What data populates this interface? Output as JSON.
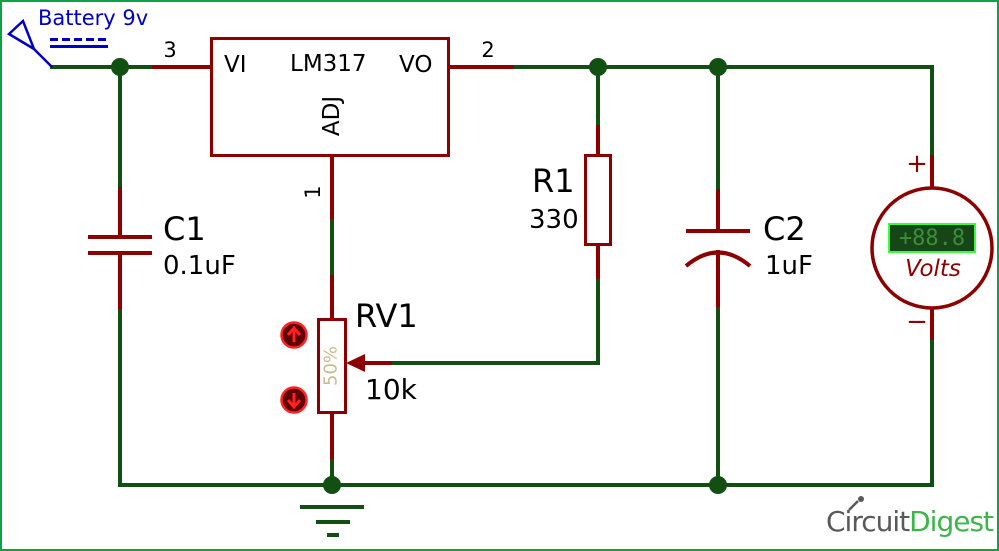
{
  "colors": {
    "wire_green": "#124F12",
    "component_red": "#8C0000",
    "battery_blue": "#0000C3",
    "frame_green": "#0DA245",
    "display_border": "#3CFF3C",
    "display_bg": "#164616",
    "display_text": "#3E8C3E",
    "pot_percent_text": "#C9BA94",
    "button_red": "#FF2222",
    "logo_gray": "#58595B",
    "logo_green": "#3CB54A"
  },
  "battery": {
    "label": "Battery 9v"
  },
  "regulator": {
    "name": "LM317",
    "pin_in": "VI",
    "pin_out": "VO",
    "pin_adj": "ADJ",
    "pin_in_num": "3",
    "pin_out_num": "2",
    "pin_adj_num": "1"
  },
  "components": {
    "c1": {
      "ref": "C1",
      "value": "0.1uF"
    },
    "c2": {
      "ref": "C2",
      "value": "1uF"
    },
    "r1": {
      "ref": "R1",
      "value": "330"
    },
    "rv1": {
      "ref": "RV1",
      "value": "10k",
      "wiper_position": "50%"
    }
  },
  "voltmeter": {
    "reading": "+88.8",
    "unit": "Volts",
    "plus_label": "+",
    "minus_label": "−"
  },
  "logo": {
    "first": "Circuit",
    "second": "Digest"
  }
}
